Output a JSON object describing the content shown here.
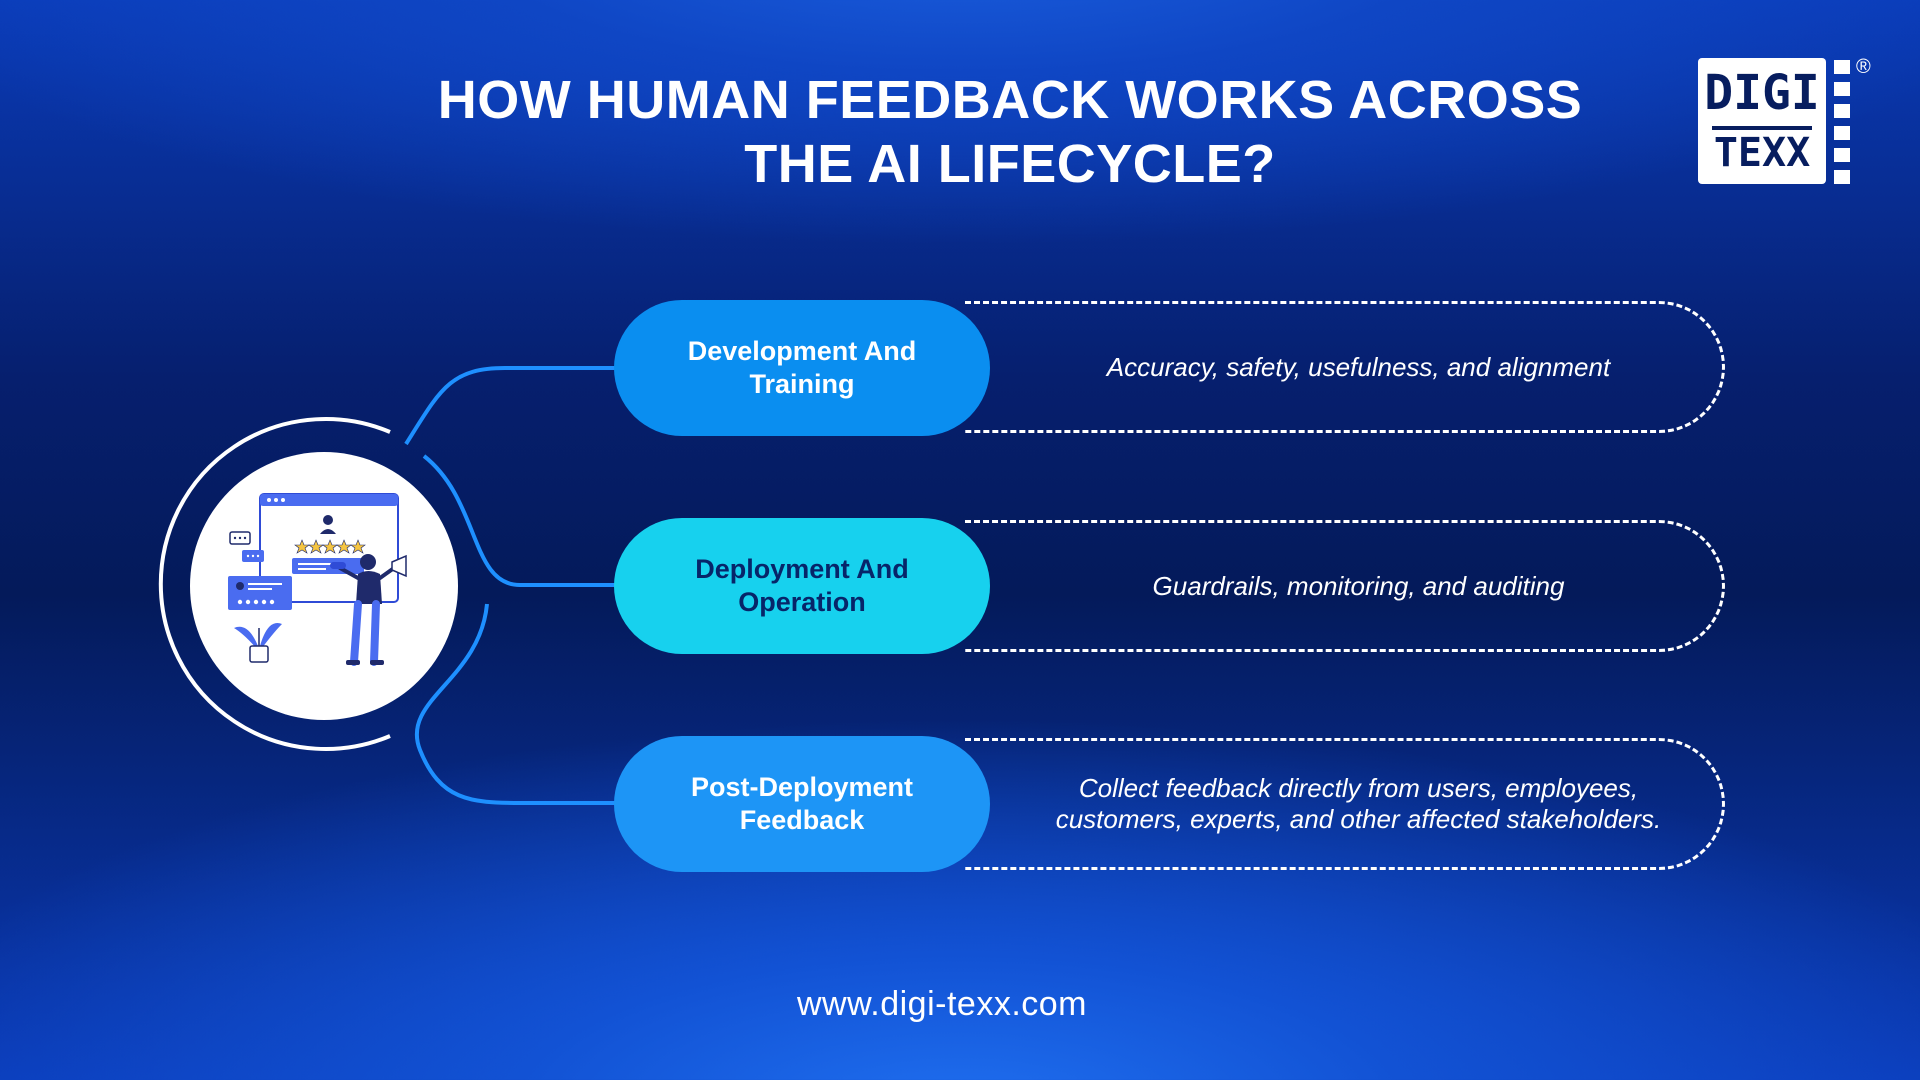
{
  "title": {
    "line1": "HOW HUMAN FEEDBACK WORKS ACROSS",
    "line2": "THE AI LIFECYCLE?"
  },
  "logo": {
    "top": "DIGI",
    "bottom": "TEXX",
    "registered": "®",
    "icon": "digitexx-logo"
  },
  "stages": [
    {
      "label_line1": "Development And",
      "label_line2": "Training",
      "description": "Accuracy, safety, usefulness, and alignment"
    },
    {
      "label_line1": "Deployment And",
      "label_line2": "Operation",
      "description": "Guardrails, monitoring, and auditing"
    },
    {
      "label_line1": "Post-Deployment",
      "label_line2": "Feedback",
      "description": "Collect feedback directly from users, employees, customers, experts, and other affected stakeholders."
    }
  ],
  "illustration": {
    "icon": "feedback-rating-illustration"
  },
  "footer": {
    "url": "www.digi-texx.com"
  },
  "colors": {
    "background": "#041a5a",
    "pill_1": "#0a8ef0",
    "pill_2": "#17d1ee",
    "pill_3": "#1d95f6",
    "connector": "#1e90ff",
    "accent_star": "#f5c542"
  }
}
